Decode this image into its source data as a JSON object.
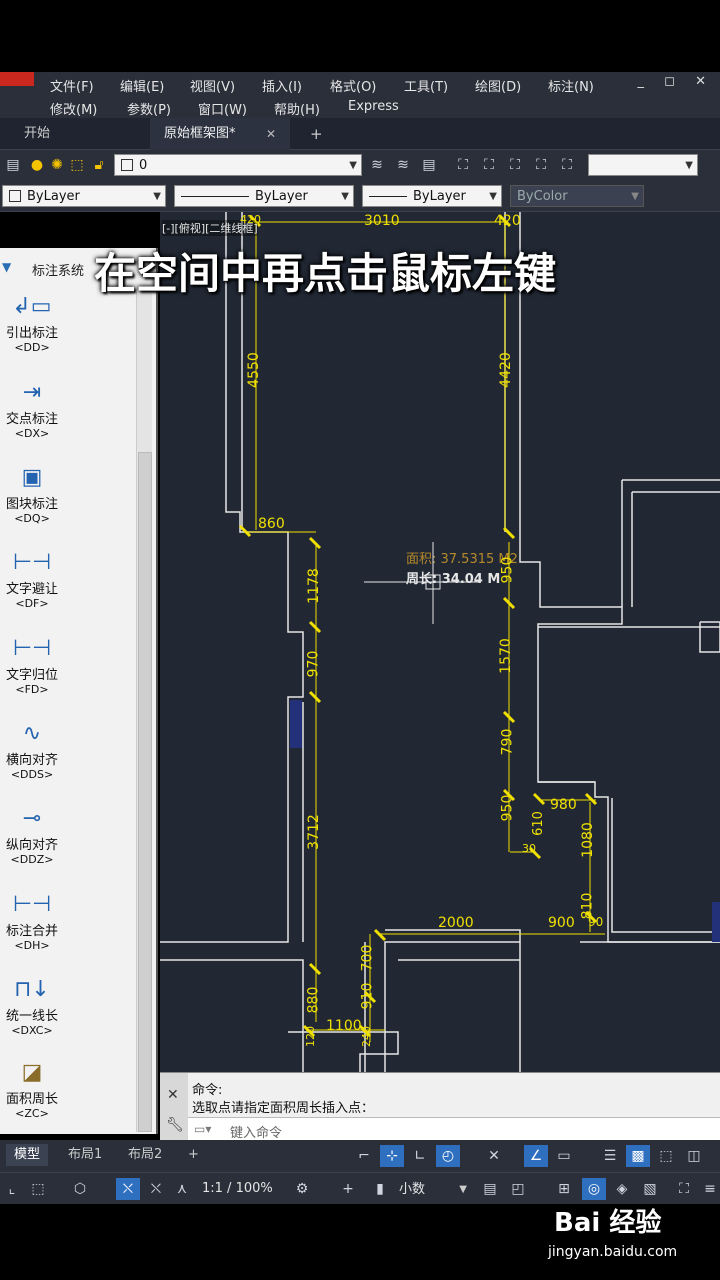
{
  "menubar": {
    "row1": [
      "文件(F)",
      "编辑(E)",
      "视图(V)",
      "插入(I)",
      "格式(O)",
      "工具(T)",
      "绘图(D)",
      "标注(N)"
    ],
    "row2": [
      "修改(M)",
      "参数(P)",
      "窗口(W)",
      "帮助(H)",
      "Express"
    ],
    "window_controls": "_ ◻ ✕"
  },
  "tabs": {
    "items": [
      {
        "label": "开始"
      },
      {
        "label": "原始框架图*"
      }
    ],
    "close": "✕",
    "add": "+"
  },
  "layer_toolbar": {
    "layer_name": "0"
  },
  "properties_toolbar": {
    "color": "ByLayer",
    "linetype": "ByLayer",
    "lineweight": "ByLayer",
    "plotstyle": "ByColor"
  },
  "palette": {
    "title": "标注系统",
    "items": [
      {
        "label": "引出标注",
        "cmd": "<DD>",
        "icon": "leader-icon"
      },
      {
        "label": "交点标注",
        "cmd": "<DX>",
        "icon": "intersection-icon"
      },
      {
        "label": "图块标注",
        "cmd": "<DQ>",
        "icon": "block-icon"
      },
      {
        "label": "文字避让",
        "cmd": "<DF>",
        "icon": "text-avoid-icon"
      },
      {
        "label": "文字归位",
        "cmd": "<FD>",
        "icon": "text-home-icon"
      },
      {
        "label": "横向对齐",
        "cmd": "<DDS>",
        "icon": "h-align-icon"
      },
      {
        "label": "纵向对齐",
        "cmd": "<DDZ>",
        "icon": "v-align-icon"
      },
      {
        "label": "标注合并",
        "cmd": "<DH>",
        "icon": "merge-icon"
      },
      {
        "label": "统一线长",
        "cmd": "<DXC>",
        "icon": "uniform-line-icon"
      },
      {
        "label": "面积周长",
        "cmd": "<ZC>",
        "icon": "area-perimeter-icon"
      }
    ]
  },
  "viewport": {
    "label": "[-][俯视][二维线框]",
    "area_text": "面积: 37.5315 M2",
    "perimeter_text": "周长: 34.04 M",
    "dimensions": [
      {
        "text": "3010"
      },
      {
        "text": "420"
      },
      {
        "text": "420"
      },
      {
        "text": "4550"
      },
      {
        "text": "4420"
      },
      {
        "text": "860"
      },
      {
        "text": "1178"
      },
      {
        "text": "950"
      },
      {
        "text": "970"
      },
      {
        "text": "1570"
      },
      {
        "text": "790"
      },
      {
        "text": "3712"
      },
      {
        "text": "950"
      },
      {
        "text": "610"
      },
      {
        "text": "980"
      },
      {
        "text": "1080"
      },
      {
        "text": "810"
      },
      {
        "text": "2000"
      },
      {
        "text": "900"
      },
      {
        "text": "90"
      },
      {
        "text": "700"
      },
      {
        "text": "910"
      },
      {
        "text": "880"
      },
      {
        "text": "1100"
      },
      {
        "text": "240"
      },
      {
        "text": "120"
      },
      {
        "text": "30"
      }
    ]
  },
  "caption": "在空间中再点击鼠标左键",
  "command": {
    "line1": "命令:",
    "line2": "选取点请指定面积周长插入点：",
    "placeholder": "键入命令"
  },
  "layout_tabs": [
    "模型",
    "布局1",
    "布局2",
    "+"
  ],
  "status": {
    "scale": "1:1 / 100%",
    "units": "小数"
  },
  "watermark": {
    "logo": "Bai 经验",
    "url": "jingyan.baidu.com"
  },
  "colors": {
    "canvas": "#212834",
    "dimension": "#f0e000",
    "walls": "#e6e6e6",
    "accent": "#2f6fbf"
  }
}
